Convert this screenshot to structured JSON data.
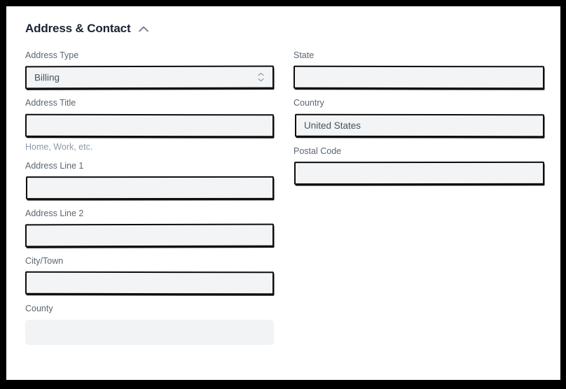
{
  "section": {
    "title": "Address & Contact",
    "toggle_icon": "chevron-up-icon",
    "expanded": true
  },
  "colors": {
    "frame": "#000000",
    "page_background": "#ffffff",
    "heading_text": "#1a2332",
    "label_text": "#5b6672",
    "value_text": "#48525e",
    "helper_text": "#8d98a4",
    "field_fill": "#f2f4f6",
    "field_border": "#0d0d0d",
    "disabled_fill": "#f2f3f5"
  },
  "left_column": [
    {
      "name": "address-type",
      "label": "Address Type",
      "control": "select",
      "value": "Billing",
      "placeholder": "",
      "helper": "",
      "disabled": false,
      "icon": "select-chevrons-icon"
    },
    {
      "name": "address-title",
      "label": "Address Title",
      "control": "text",
      "value": "",
      "placeholder": "",
      "helper": "Home, Work, etc.",
      "disabled": false
    },
    {
      "name": "address-line-1",
      "label": "Address Line 1",
      "control": "text",
      "value": "",
      "placeholder": "",
      "helper": "",
      "disabled": false
    },
    {
      "name": "address-line-2",
      "label": "Address Line 2",
      "control": "text",
      "value": "",
      "placeholder": "",
      "helper": "",
      "disabled": false
    },
    {
      "name": "city-town",
      "label": "City/Town",
      "control": "text",
      "value": "",
      "placeholder": "",
      "helper": "",
      "disabled": false
    },
    {
      "name": "county",
      "label": "County",
      "control": "text",
      "value": "",
      "placeholder": "",
      "helper": "",
      "disabled": true
    }
  ],
  "right_column": [
    {
      "name": "state",
      "label": "State",
      "control": "text",
      "value": "",
      "placeholder": "",
      "helper": "",
      "disabled": false
    },
    {
      "name": "country",
      "label": "Country",
      "control": "text",
      "value": "United States",
      "placeholder": "",
      "helper": "",
      "disabled": false
    },
    {
      "name": "postal-code",
      "label": "Postal Code",
      "control": "text",
      "value": "",
      "placeholder": "",
      "helper": "",
      "disabled": false
    }
  ]
}
